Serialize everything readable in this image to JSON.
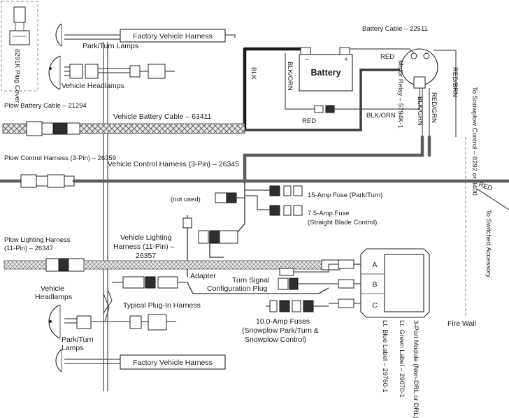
{
  "diagram": {
    "plug_cover": "8291K Plug Cover",
    "factory_vehicle_harness_top": "Factory Vehicle Harness",
    "park_turn_lamps_top": "Park/Turn Lamps",
    "vehicle_headlamps_top": "Vehicle Headlamps",
    "battery_cable": "Battery Cable – 22511",
    "battery": "Battery",
    "red": "RED",
    "blk": "BLK",
    "blk_orn": "BLK/ORN",
    "motor_relay": "Motor Relay – 5794K-1",
    "red_brn": "RED/BRN",
    "red_grn": "RED/GRN",
    "blk_grn": "BLK/GRN",
    "to_snowplow_control": "To Snowplow Control – 8292 or 9400",
    "plow_battery_cable": "Plow Battery Cable – 21294",
    "vehicle_battery_cable": "Vehicle Battery Cable – 63411",
    "plow_control_harness": "Plow Control Harness (3-Pin) – 26359",
    "vehicle_control_harness": "Vehicle Control Harness (3-Pin) – 26345",
    "red_switched": "RED",
    "to_switched_accessory": "To Switched Accessory",
    "not_used": "(not used)",
    "fuse_15": "15-Amp Fuse (Park/Turn)",
    "fuse_75": "7.5-Amp Fuse (Straight Blade Control)",
    "vehicle_lighting_harness": "Vehicle Lighting Harness (11-Pin) – 26357",
    "plow_lighting_harness": "Plow Lighting Harness (11-Pin) – 26347",
    "adapter": "Adapter",
    "turn_signal_plug": "Turn Signal Configuration Plug",
    "typical_plugin_harness": "Typical Plug-In Harness",
    "vehicle_headlamps_bottom": "Vehicle Headlamps",
    "park_turn_lamps_bottom": "Park/Turn Lamps",
    "factory_vehicle_harness_bottom": "Factory Vehicle Harness",
    "fuses_10": "10.0-Amp Fuses (Snowplow Park/Turn & Snowplow Control)",
    "module_title": "3-Port Module (Non-DRL or DRL)",
    "module_green": "Lt. Green Label – 29070-1",
    "module_blue": "Lt. Blue Label – 29760-1",
    "port_a": "A",
    "port_b": "B",
    "port_c": "C",
    "fire_wall": "Fire Wall"
  },
  "colors": {
    "wire": "#555555",
    "heavy_wire": "#5c5c5c",
    "battery_wire": "#1a1a1a",
    "background": "#ffffff"
  }
}
